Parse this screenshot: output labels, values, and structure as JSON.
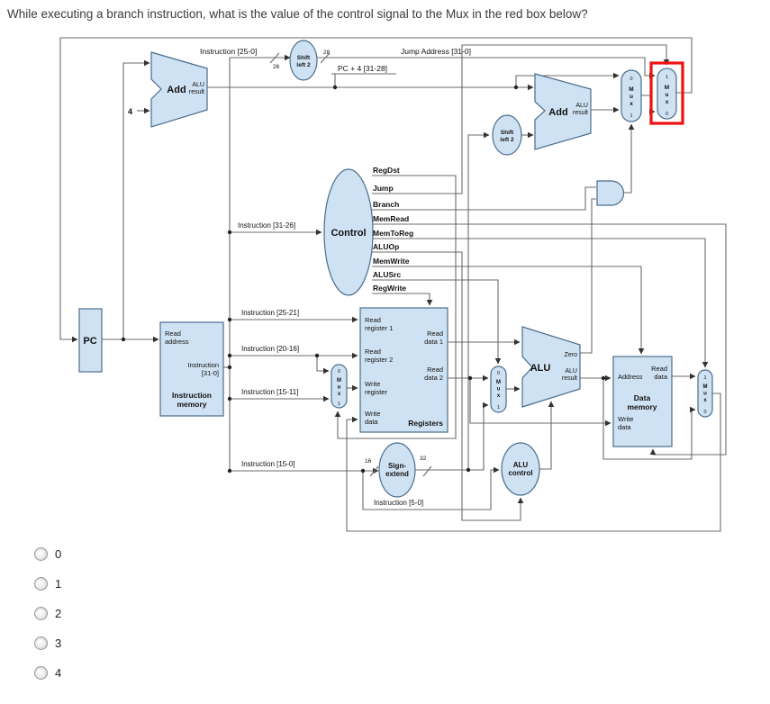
{
  "question": "While executing a branch instruction, what is the value of the control signal to the Mux in the red box below?",
  "options": [
    "0",
    "1",
    "2",
    "3",
    "4"
  ],
  "colors": {
    "component_fill": "#cfe2f3",
    "component_stroke": "#4a6d8c",
    "wire": "#666666",
    "red_box": "#ee1111",
    "text": "#111111"
  },
  "labels": {
    "instruction_25_0": "Instruction [25-0]",
    "shift_left_2": "Shift\nleft 2",
    "bit26": "26",
    "bit28": "28",
    "bit16": "16",
    "bit32": "32",
    "four": "4",
    "jump_address": "Jump Address [31-0]",
    "pc_plus_4": "PC + 4 [31-28]",
    "add": "Add",
    "alu_result": "ALU\nresult",
    "alu": "ALU",
    "zero": "Zero",
    "mux": "M\nu\nx",
    "zero_s": "0",
    "one_s": "1",
    "control": "Control",
    "regdst": "RegDst",
    "jump": "Jump",
    "branch": "Branch",
    "memread": "MemRead",
    "memtoreg": "MemToReg",
    "aluop": "ALUOp",
    "memwrite": "MemWrite",
    "alusrc": "ALUSrc",
    "regwrite": "RegWrite",
    "pc": "PC",
    "read_address": "Read\naddress",
    "instruction_31_0": "Instruction\n[31-0]",
    "instruction_memory": "Instruction\nmemory",
    "instr_31_26": "Instruction [31-26]",
    "instr_25_21": "Instruction [25-21]",
    "instr_20_16": "Instruction [20-16]",
    "instr_15_11": "Instruction [15-11]",
    "instr_15_0": "Instruction [15-0]",
    "instr_5_0": "Instruction [5-0]",
    "read_register_1": "Read\nregister 1",
    "read_register_2": "Read\nregister 2",
    "write_register": "Write\nregister",
    "write_data": "Write\ndata",
    "read_data_1": "Read\ndata 1",
    "read_data_2": "Read\ndata 2",
    "registers": "Registers",
    "sign_extend": "Sign-\nextend",
    "alu_control": "ALU\ncontrol",
    "address": "Address",
    "read_data": "Read\ndata",
    "data_memory": "Data\nmemory"
  }
}
